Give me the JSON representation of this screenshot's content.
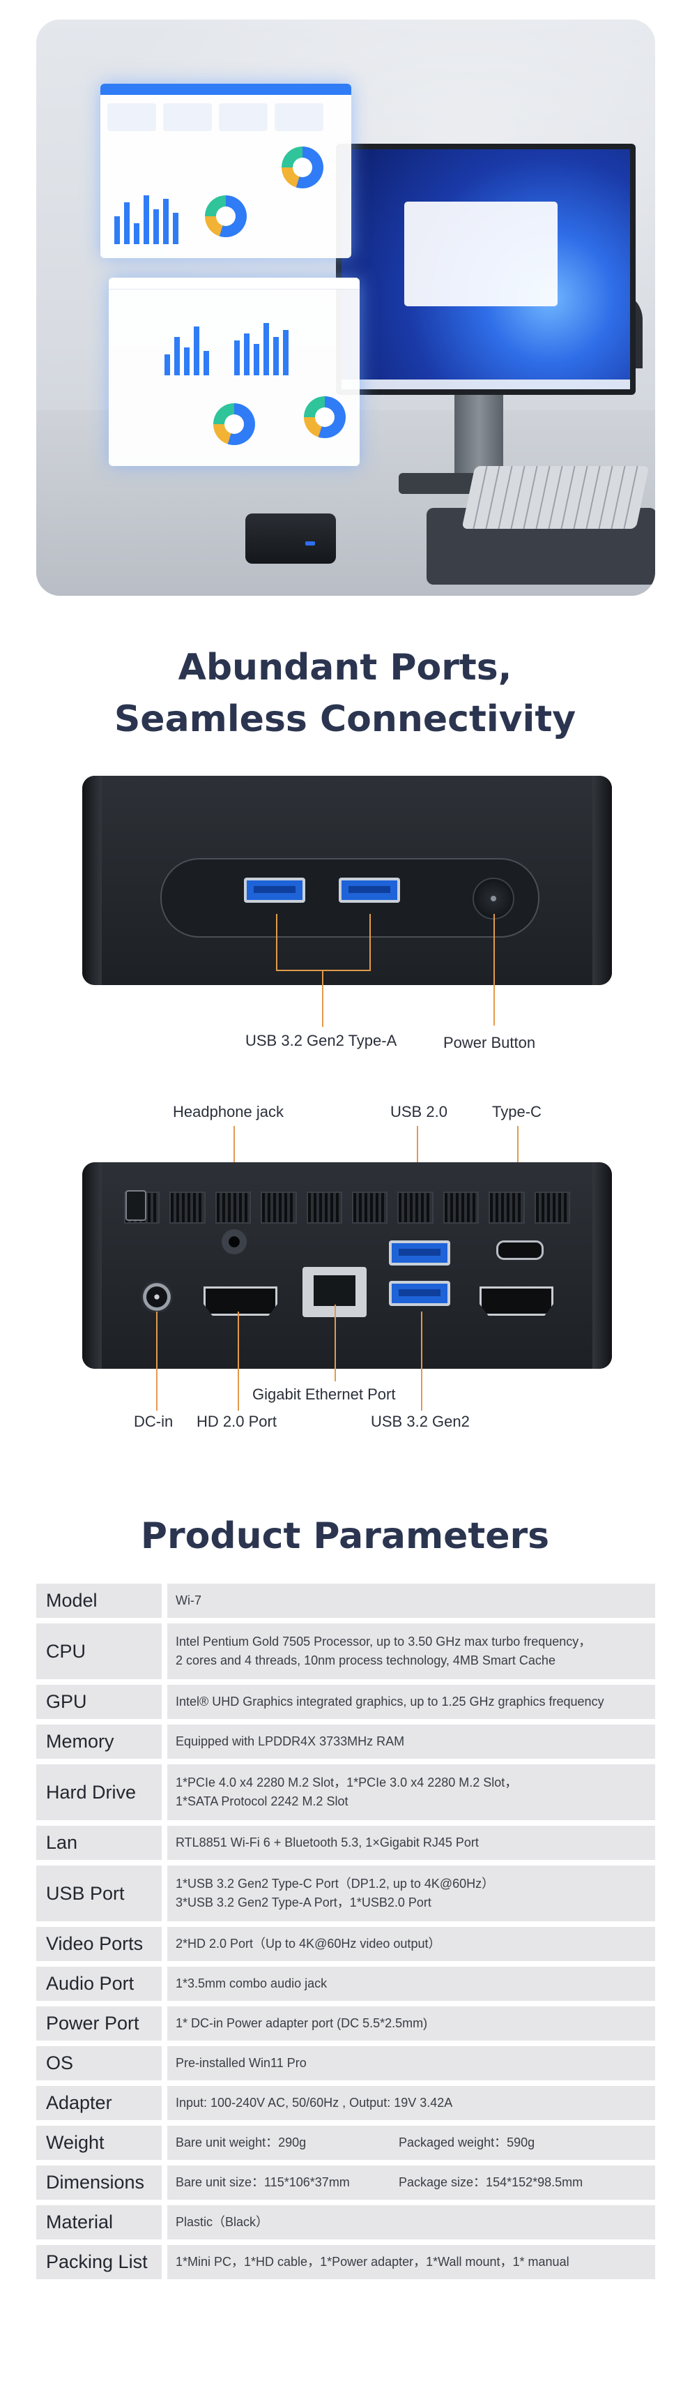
{
  "titles": {
    "ports": [
      "Abundant Ports,",
      "Seamless Connectivity"
    ],
    "params": "Product Parameters"
  },
  "front_callouts": {
    "usb": "USB 3.2 Gen2 Type-A",
    "power": "Power Button"
  },
  "back_callouts": {
    "headphone": "Headphone jack",
    "usb2": "USB 2.0",
    "typec": "Type-C",
    "ethernet": "Gigabit Ethernet Port",
    "dcin": "DC-in",
    "hd": "HD 2.0 Port",
    "usb32": "USB 3.2 Gen2"
  },
  "specs": [
    {
      "label": "Model",
      "lines": [
        "Wi-7"
      ]
    },
    {
      "label": "CPU",
      "lines": [
        "Intel Pentium Gold 7505 Processor, up to 3.50 GHz max turbo frequency，",
        "2 cores and 4 threads, 10nm process technology, 4MB Smart Cache"
      ]
    },
    {
      "label": "GPU",
      "lines": [
        "Intel® UHD Graphics integrated graphics, up to 1.25 GHz graphics frequency"
      ]
    },
    {
      "label": "Memory",
      "lines": [
        "Equipped with LPDDR4X 3733MHz RAM"
      ]
    },
    {
      "label": "Hard Drive",
      "lines": [
        "1*PCIe 4.0 x4 2280 M.2 Slot，1*PCIe 3.0 x4 2280 M.2 Slot，",
        "1*SATA Protocol 2242 M.2 Slot"
      ]
    },
    {
      "label": "Lan",
      "lines": [
        "RTL8851 Wi-Fi 6 + Bluetooth 5.3, 1×Gigabit RJ45 Port"
      ]
    },
    {
      "label": "USB Port",
      "lines": [
        "1*USB 3.2 Gen2 Type-C Port（DP1.2, up to 4K@60Hz）",
        "3*USB 3.2 Gen2 Type-A Port，1*USB2.0 Port"
      ]
    },
    {
      "label": "Video Ports",
      "lines": [
        "2*HD 2.0 Port（Up to 4K@60Hz video output）"
      ]
    },
    {
      "label": "Audio Port",
      "lines": [
        "1*3.5mm combo audio jack"
      ]
    },
    {
      "label": "Power Port",
      "lines": [
        "1* DC-in Power adapter port (DC 5.5*2.5mm)"
      ]
    },
    {
      "label": "OS",
      "lines": [
        "Pre-installed Win11 Pro"
      ]
    },
    {
      "label": "Adapter",
      "lines": [
        "Input: 100-240V AC, 50/60Hz , Output: 19V 3.42A"
      ]
    },
    {
      "label": "Weight",
      "pair": [
        "Bare unit weight：290g",
        "Packaged weight：590g"
      ]
    },
    {
      "label": "Dimensions",
      "pair": [
        "Bare unit size：115*106*37mm",
        "Package size：154*152*98.5mm"
      ]
    },
    {
      "label": "Material",
      "lines": [
        "Plastic（Black）"
      ]
    },
    {
      "label": "Packing List",
      "lines": [
        "1*Mini PC，1*HD cable，1*Power adapter，1*Wall mount，1* manual"
      ]
    }
  ]
}
